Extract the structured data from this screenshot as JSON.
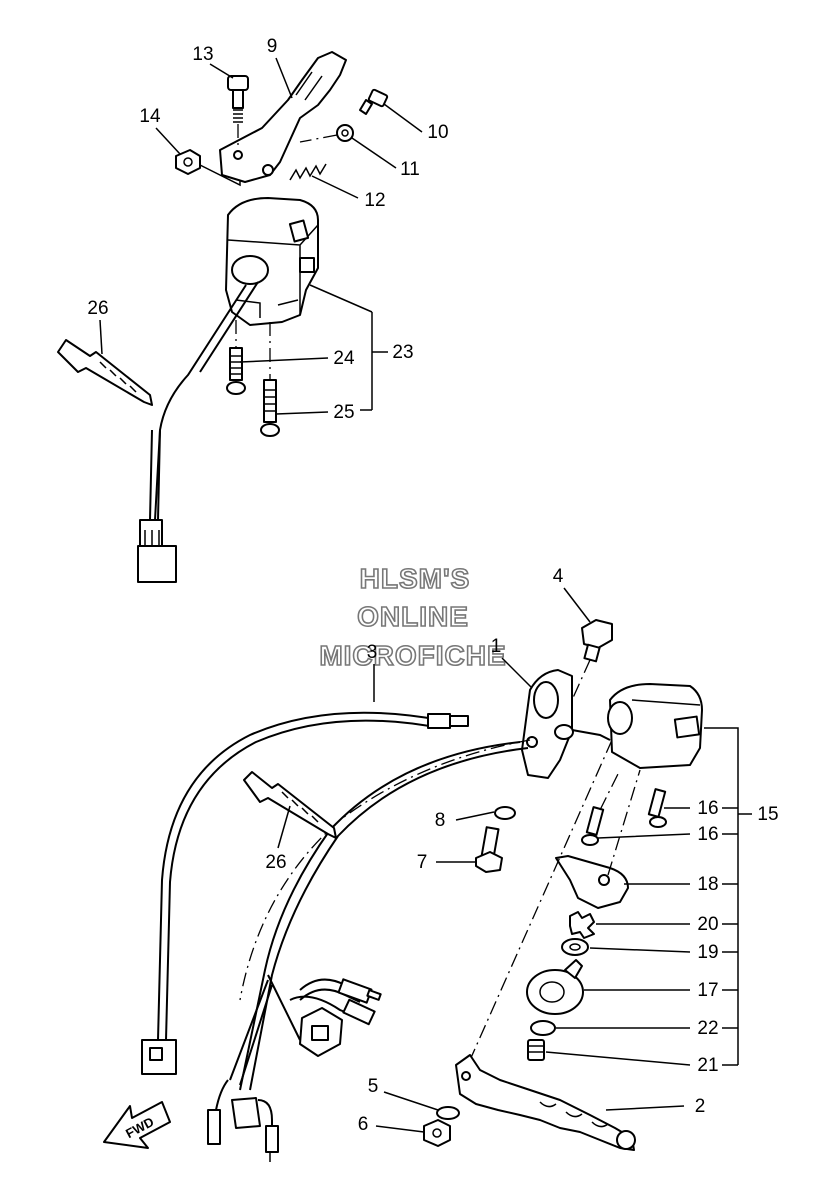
{
  "watermark": {
    "line1": "HLSM'S",
    "line2": "ONLINE",
    "line3": "MICROFICHE"
  },
  "direction_label": "FWD",
  "callouts": {
    "p1": "1",
    "p2": "2",
    "p3": "3",
    "p4": "4",
    "p5": "5",
    "p6": "6",
    "p7": "7",
    "p8": "8",
    "p9": "9",
    "p10": "10",
    "p11": "11",
    "p12": "12",
    "p13": "13",
    "p14": "14",
    "p15": "15",
    "p16a": "16",
    "p16b": "16",
    "p17": "17",
    "p18": "18",
    "p19": "19",
    "p20": "20",
    "p21": "21",
    "p22": "22",
    "p23": "23",
    "p24": "24",
    "p25": "25",
    "p26a": "26",
    "p26b": "26"
  }
}
